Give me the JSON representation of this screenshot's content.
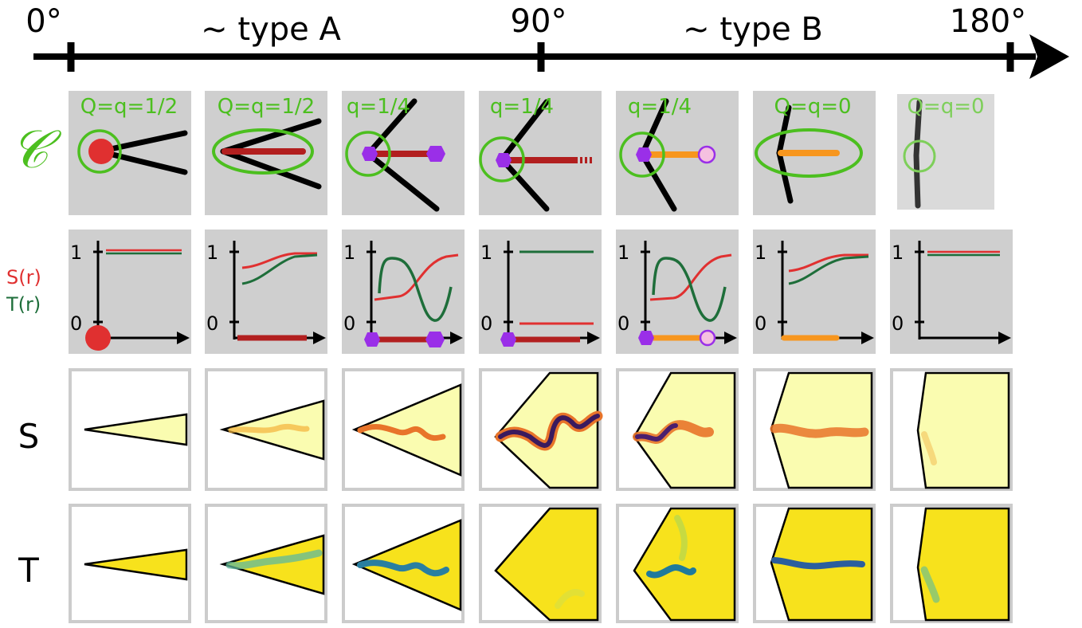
{
  "axis": {
    "ticks": [
      "0°",
      "90°",
      "180°"
    ],
    "regions": [
      "~ type A",
      "~ type B"
    ]
  },
  "row_labels": {
    "C": "𝒞",
    "S_of_r": "S(r)",
    "T_of_r": "T(r)",
    "S": "S",
    "T": "T"
  },
  "plot_ticks": {
    "one": "1",
    "zero": "0"
  },
  "c_labels": [
    "Q=q=1/2",
    "Q=q=1/2",
    "q=1/4",
    "q=1/4",
    "q=1/4",
    "Q=q=0",
    "Q=q=0"
  ],
  "colors": {
    "loop_green": "#4cbf1f",
    "s_red": "#e03030",
    "t_green": "#1e6e3a",
    "defect_red": "#b21f1f",
    "defect_orange": "#f7961e",
    "end_purple": "#9a2fe8",
    "panel_gray": "#cfcfcf",
    "fill_s": "#fafcb0",
    "fill_t": "#f7e21c"
  }
}
